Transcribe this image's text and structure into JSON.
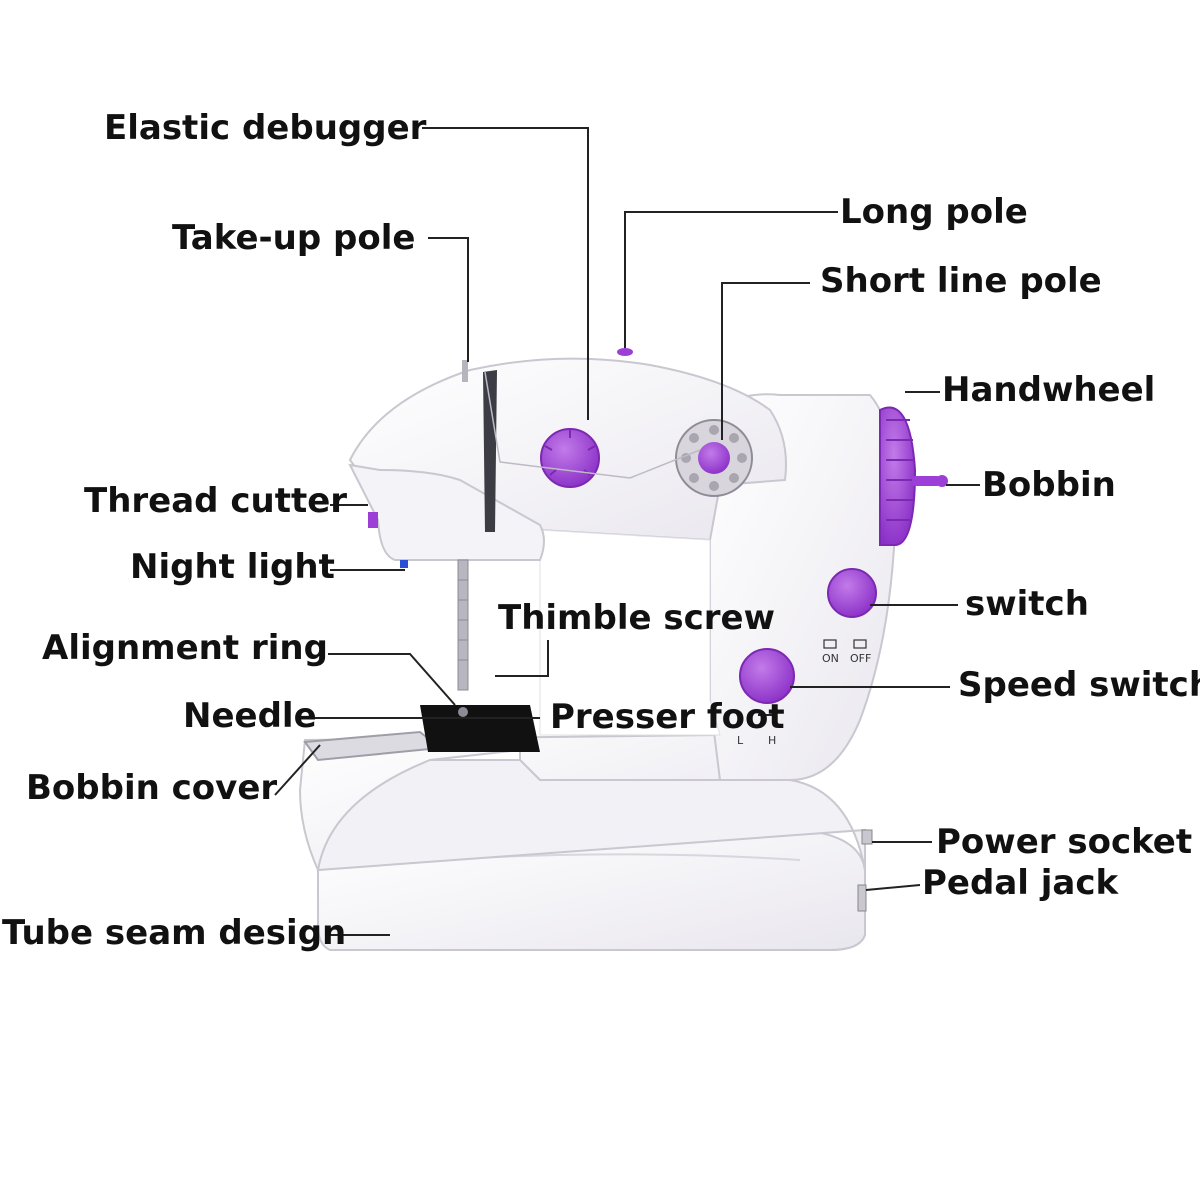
{
  "labels": {
    "elastic_debugger": "Elastic debugger",
    "take_up_pole": "Take-up pole",
    "long_pole": "Long pole",
    "short_line_pole": "Short line pole",
    "handwheel": "Handwheel",
    "bobbin": "Bobbin",
    "thread_cutter": "Thread cutter",
    "night_light": "Night light",
    "switch": "switch",
    "thimble_screw": "Thimble screw",
    "alignment_ring": "Alignment ring",
    "speed_switch": "Speed switch",
    "needle": "Needle",
    "presser_foot": "Presser foot",
    "bobbin_cover": "Bobbin cover",
    "power_socket": "Power socket",
    "pedal_jack": "Pedal jack",
    "tube_seam_design": "Tube seam design"
  },
  "machine_marks": {
    "on": "ON",
    "off": "OFF",
    "low": "L",
    "high": "H"
  },
  "colors": {
    "accent_purple": "#9b3fd6",
    "body_white": "#f7f6f9",
    "outline_gray": "#c9c7cf",
    "leader_line": "#222222"
  }
}
